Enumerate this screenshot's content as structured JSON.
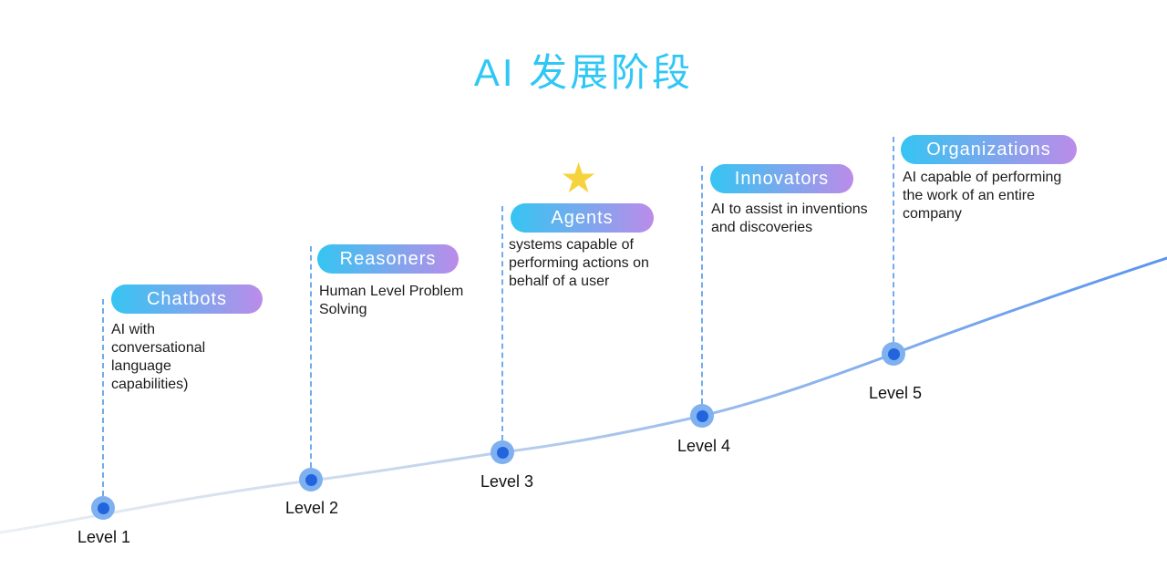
{
  "title": "AI 发展阶段",
  "star_icon": "★",
  "stages": [
    {
      "level_label": "Level 1",
      "pill_label": "Chatbots",
      "description": "AI with conversational language capabilities)"
    },
    {
      "level_label": "Level 2",
      "pill_label": "Reasoners",
      "description": "Human Level Problem Solving"
    },
    {
      "level_label": "Level 3",
      "pill_label": "Agents",
      "description": "systems capable of performing actions on behalf of a user",
      "starred": true
    },
    {
      "level_label": "Level 4",
      "pill_label": "Innovators",
      "description": "AI to assist in inventions and discoveries"
    },
    {
      "level_label": "Level 5",
      "pill_label": "Organizations",
      "description": "AI capable of performing the work of an entire company"
    }
  ],
  "colors": {
    "title": "#2fc7f6",
    "pill_start": "#35c5f2",
    "pill_end": "#bb8ce9",
    "dot_core": "#2264dd",
    "dot_ring": "#7fb0f0",
    "dash": "#4f96ea",
    "curve_left": "#eceff3",
    "curve_mid": "#c6d7ec",
    "curve_right": "#5a94ee",
    "star": "#f6d33d"
  }
}
